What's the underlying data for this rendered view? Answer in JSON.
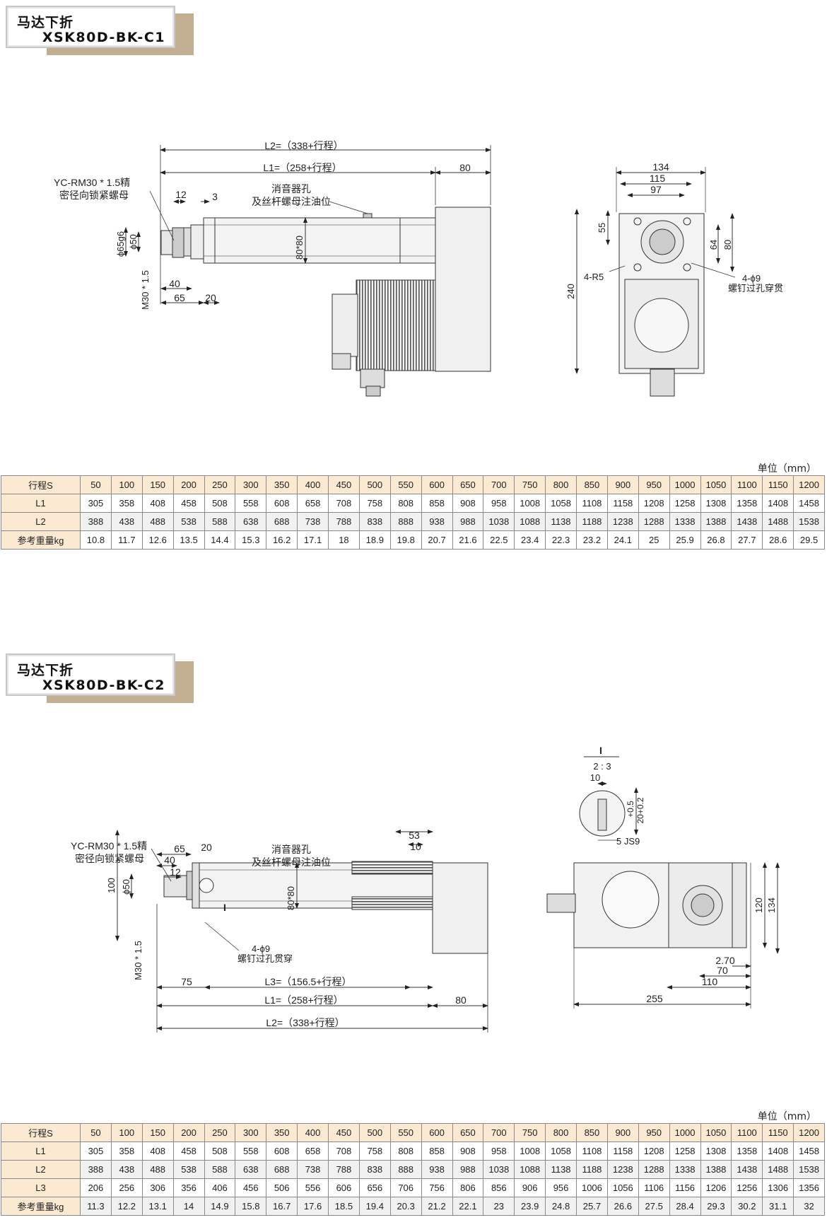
{
  "sections": [
    {
      "title_cn": "马达下折",
      "model": "XSK80D-BK-C1",
      "unit_label": "单位（mm）",
      "table": {
        "header": "行程S",
        "strokes": [
          "50",
          "100",
          "150",
          "200",
          "250",
          "300",
          "350",
          "400",
          "450",
          "500",
          "550",
          "600",
          "650",
          "700",
          "750",
          "800",
          "850",
          "900",
          "950",
          "1000",
          "1050",
          "1100",
          "1150",
          "1200"
        ],
        "rows": [
          {
            "label": "L1",
            "values": [
              "305",
              "358",
              "408",
              "458",
              "508",
              "558",
              "608",
              "658",
              "708",
              "758",
              "808",
              "858",
              "908",
              "958",
              "1008",
              "1058",
              "1108",
              "1158",
              "1208",
              "1258",
              "1308",
              "1358",
              "1408",
              "1458"
            ]
          },
          {
            "label": "L2",
            "values": [
              "388",
              "438",
              "488",
              "538",
              "588",
              "638",
              "688",
              "738",
              "788",
              "838",
              "888",
              "938",
              "988",
              "1038",
              "1088",
              "1138",
              "1188",
              "1238",
              "1288",
              "1338",
              "1388",
              "1438",
              "1488",
              "1538"
            ]
          },
          {
            "label": "参考重量kg",
            "values": [
              "10.8",
              "11.7",
              "12.6",
              "13.5",
              "14.4",
              "15.3",
              "16.2",
              "17.1",
              "18",
              "18.9",
              "19.8",
              "20.7",
              "21.6",
              "22.5",
              "23.4",
              "22.3",
              "23.2",
              "24.1",
              "25",
              "25.9",
              "26.8",
              "27.7",
              "28.6",
              "29.5"
            ]
          }
        ]
      },
      "drawing": {
        "side": {
          "l2": "L2=（338+行程）",
          "l1": "L1=（258+行程）",
          "d80": "80",
          "nut1": "YC-RM30 * 1.5精",
          "nut2": "密径向锁紧螺母",
          "silencer1": "消音器孔",
          "silencer2": "及丝杆螺母注油位",
          "d12": "12",
          "d3": "3",
          "d40": "40",
          "d65": "65",
          "d20": "20",
          "phi65": "ϕ65g6",
          "phi50": "ϕ50",
          "m30": "M30 * 1.5",
          "sq": "80*80"
        },
        "end": {
          "d134": "134",
          "d115": "115",
          "d97": "97",
          "d55": "55",
          "d64": "64",
          "d80": "80",
          "d240": "240",
          "r5": "4-R5",
          "hole1": "4-ϕ9",
          "hole2": "螺钉过孔穿贯"
        }
      }
    },
    {
      "title_cn": "马达下折",
      "model": "XSK80D-BK-C2",
      "unit_label": "单位（mm）",
      "table": {
        "header": "行程S",
        "strokes": [
          "50",
          "100",
          "150",
          "200",
          "250",
          "300",
          "350",
          "400",
          "450",
          "500",
          "550",
          "600",
          "650",
          "700",
          "750",
          "800",
          "850",
          "900",
          "950",
          "1000",
          "1050",
          "1100",
          "1150",
          "1200"
        ],
        "rows": [
          {
            "label": "L1",
            "values": [
              "305",
              "358",
              "408",
              "458",
              "508",
              "558",
              "608",
              "658",
              "708",
              "758",
              "808",
              "858",
              "908",
              "958",
              "1008",
              "1058",
              "1108",
              "1158",
              "1208",
              "1258",
              "1308",
              "1358",
              "1408",
              "1458"
            ]
          },
          {
            "label": "L2",
            "values": [
              "388",
              "438",
              "488",
              "538",
              "588",
              "638",
              "688",
              "738",
              "788",
              "838",
              "888",
              "938",
              "988",
              "1038",
              "1088",
              "1138",
              "1188",
              "1238",
              "1288",
              "1338",
              "1388",
              "1438",
              "1488",
              "1538"
            ]
          },
          {
            "label": "L3",
            "values": [
              "206",
              "256",
              "306",
              "356",
              "406",
              "456",
              "506",
              "556",
              "606",
              "656",
              "706",
              "756",
              "806",
              "856",
              "906",
              "956",
              "1006",
              "1056",
              "1106",
              "1156",
              "1206",
              "1256",
              "1306",
              "1356"
            ]
          },
          {
            "label": "参考重量kg",
            "values": [
              "11.3",
              "12.2",
              "13.1",
              "14",
              "14.9",
              "15.8",
              "16.7",
              "17.6",
              "18.5",
              "19.4",
              "20.3",
              "21.2",
              "22.1",
              "23",
              "23.9",
              "24.8",
              "25.7",
              "26.6",
              "27.5",
              "28.4",
              "29.3",
              "30.2",
              "31.1",
              "32"
            ]
          }
        ]
      },
      "drawing": {
        "side": {
          "nut1": "YC-RM30 * 1.5精",
          "nut2": "密径向锁紧螺母",
          "silencer1": "消音器孔",
          "silencer2": "及丝杆螺母注油位",
          "d65": "65",
          "d20": "20",
          "d40": "40",
          "d12": "12",
          "d100": "100",
          "phi50": "ϕ50",
          "m30": "M30 * 1.5",
          "sq": "80*80",
          "hole1": "4-ϕ9",
          "hole2": "螺钉过孔贯穿",
          "d53": "53",
          "d10": "10",
          "d75": "75",
          "l3": "L3=（156.5+行程）",
          "l1": "L1=（258+行程）",
          "l2": "L2=（338+行程）",
          "d80": "80",
          "mark": "I"
        },
        "detail": {
          "title": "I",
          "scale": "2 : 3",
          "d10": "10",
          "tol1": "+0.5",
          "tol2": "20+0.2",
          "key": "5 JS9"
        },
        "bottom": {
          "d120": "120",
          "d134": "134",
          "d270": "2.70",
          "d70": "70",
          "d110": "110",
          "d255": "255"
        }
      }
    }
  ]
}
